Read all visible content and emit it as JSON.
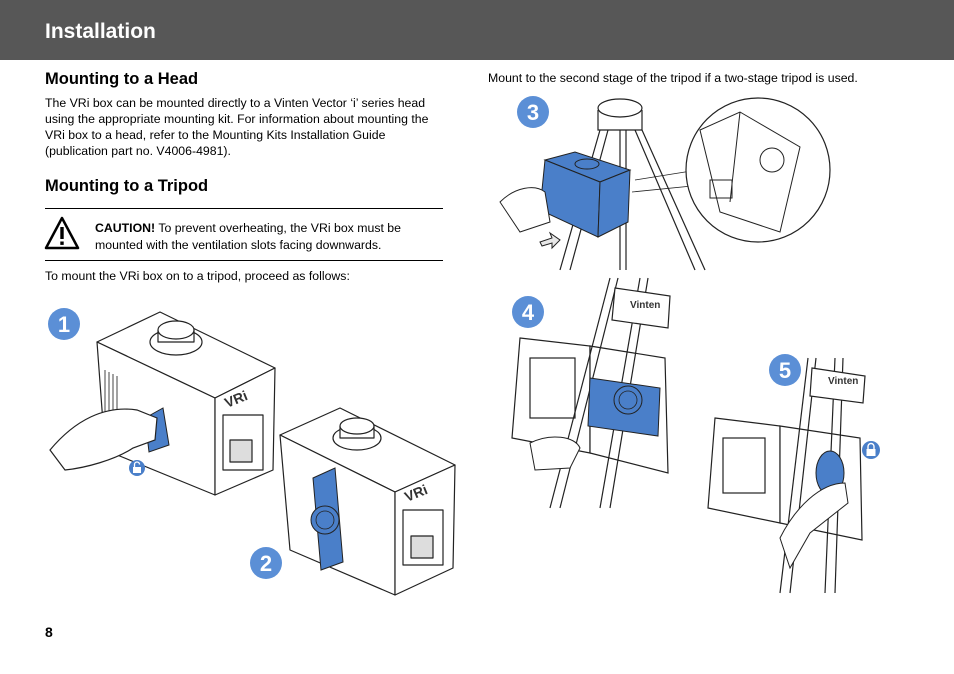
{
  "header": {
    "title": "Installation"
  },
  "left": {
    "head_section": {
      "heading": "Mounting to a Head",
      "body_lines": [
        "The VRi box can be mounted directly to a Vinten Vector ‘i’ series head",
        "using the appropriate mounting kit. For information about mounting the",
        "VRi box to a head, refer to the Mounting Kits Installation Guide",
        "(publication part no. V4006-4981)."
      ]
    },
    "tripod_section": {
      "heading": "Mounting to a Tripod",
      "caution_label": "CAUTION!",
      "caution_line1_rest": " To prevent overheating, the VRi box must be",
      "caution_line2": "mounted with the ventilation slots facing downwards.",
      "intro": "To mount the VRi box on to a tripod, proceed as follows:"
    }
  },
  "right": {
    "note": "Mount to the second stage of the tripod if a two-stage tripod is used."
  },
  "steps": [
    "1",
    "2",
    "3",
    "4",
    "5"
  ],
  "box_label": "VRi",
  "tripod_brand": "Vinten",
  "colors": {
    "header_bg": "#575757",
    "accent_blue": "#4a7fc9",
    "badge_blue": "#5b8fd6"
  },
  "page_number": "8"
}
